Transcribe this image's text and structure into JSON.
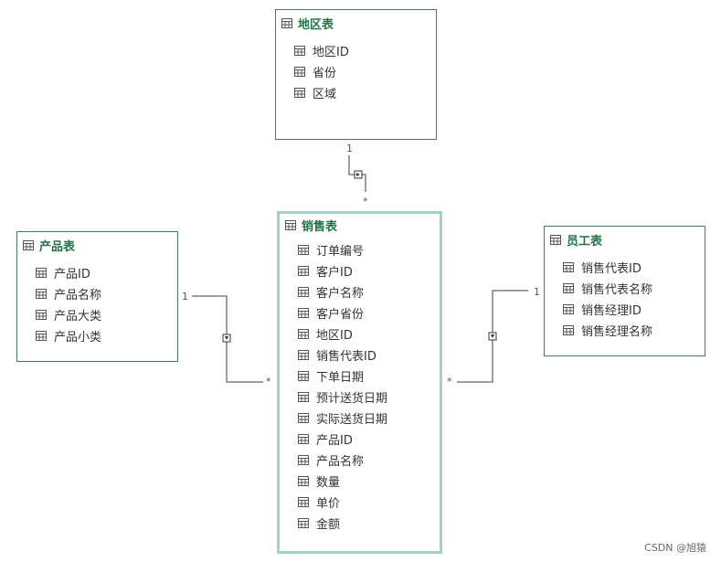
{
  "tables": {
    "region": {
      "title": "地区表",
      "fields": [
        "地区ID",
        "省份",
        "区域"
      ]
    },
    "product": {
      "title": "产品表",
      "fields": [
        "产品ID",
        "产品名称",
        "产品大类",
        "产品小类"
      ]
    },
    "sales": {
      "title": "销售表",
      "fields": [
        "订单编号",
        "客户ID",
        "客户名称",
        "客户省份",
        "地区ID",
        "销售代表ID",
        "下单日期",
        "预计送货日期",
        "实际送货日期",
        "产品ID",
        "产品名称",
        "数量",
        "单价",
        "金额"
      ]
    },
    "staff": {
      "title": "员工表",
      "fields": [
        "销售代表ID",
        "销售代表名称",
        "销售经理ID",
        "销售经理名称"
      ]
    }
  },
  "relationships": {
    "region_sales": {
      "one": "1",
      "many": "*"
    },
    "product_sales": {
      "one": "1",
      "many": "*"
    },
    "staff_sales": {
      "one": "1",
      "many": "*"
    }
  },
  "watermark": "CSDN @旭猿",
  "colors": {
    "title": "#217346",
    "border": "#3f7a5c",
    "selected_border": "#9fd4bd",
    "line": "#7f7f7f"
  },
  "icons": {
    "table_header": "table-icon",
    "field": "table-icon"
  }
}
